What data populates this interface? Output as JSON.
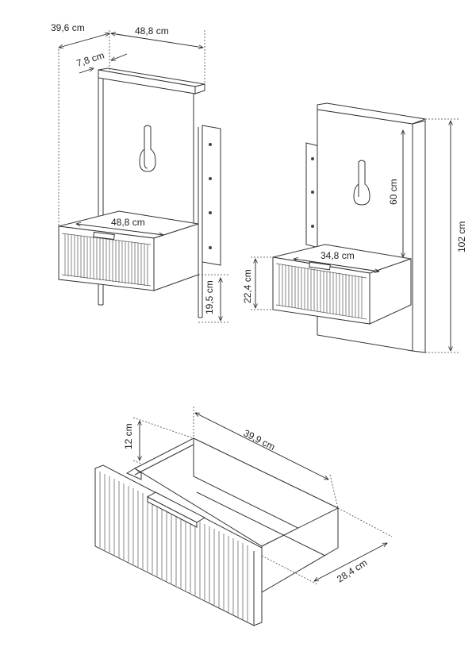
{
  "dimensions": {
    "total_width_outer": "39,6 cm",
    "top_shelf_width": "48,8 cm",
    "shelf_depth": "7,8 cm",
    "drawer_top_width": "48,8 cm",
    "rail_bottom_height": "19,5 cm",
    "side_drawer_height": "22,4 cm",
    "side_drawer_width": "34,8 cm",
    "board_height": "60 cm",
    "total_height": "102 cm",
    "drawer_front_height": "12 cm",
    "drawer_length": "39,9 cm",
    "drawer_depth": "28,4 cm"
  },
  "icons": [
    "hook-icon",
    "screw-hole-icon",
    "fluted-front-icon"
  ],
  "colors": {
    "line": "#333333",
    "background": "#ffffff"
  }
}
